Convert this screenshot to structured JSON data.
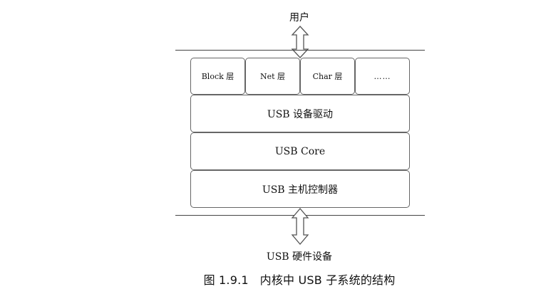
{
  "user_label": "用户",
  "layers_row": [
    {
      "label": "Block 层"
    },
    {
      "label": "Net 层"
    },
    {
      "label": "Char 层"
    },
    {
      "label": "……"
    }
  ],
  "device_driver": "USB 设备驱动",
  "usb_core": "USB Core",
  "host_controller": "USB 主机控制器",
  "hardware_label": "USB 硬件设备",
  "caption": "图 1.9.1   内核中 USB 子系统的结构",
  "colors": {
    "stroke": "#666666",
    "line": "#444444",
    "text": "#111111"
  }
}
